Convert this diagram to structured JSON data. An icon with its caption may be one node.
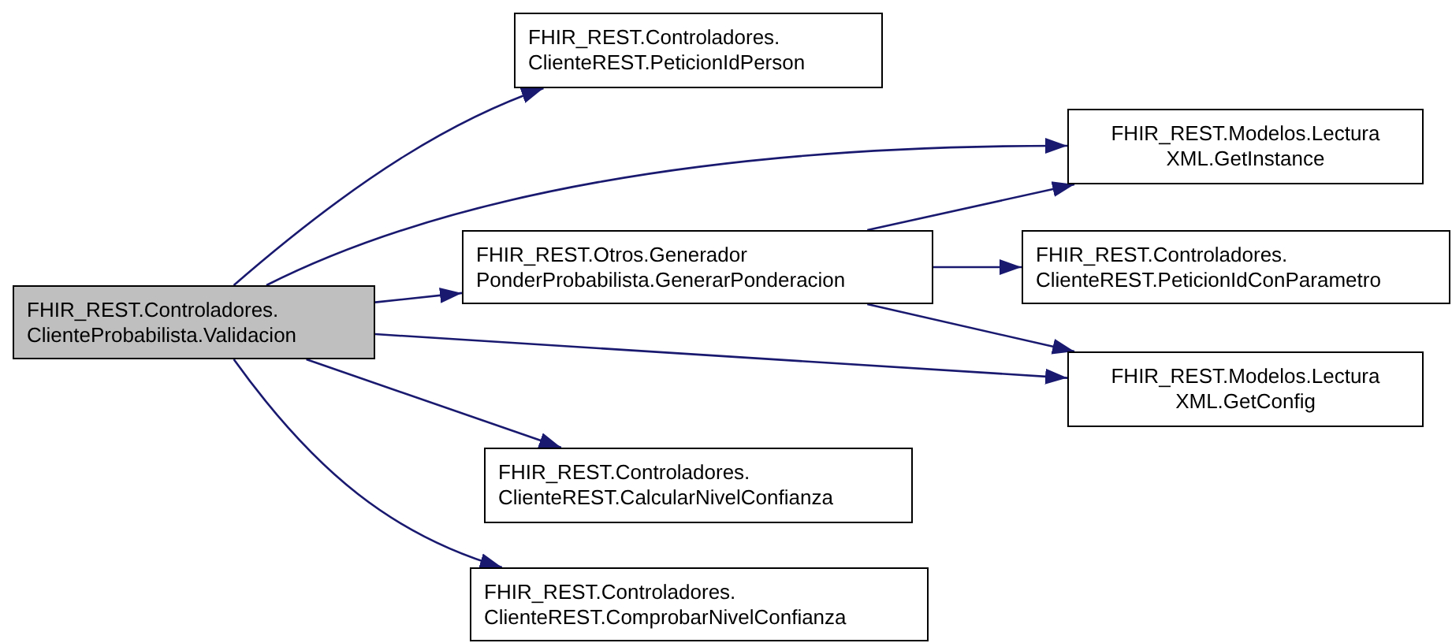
{
  "diagram": {
    "nodes": [
      {
        "text": [
          "FHIR_REST.Controladores. ClienteProbabilista.Validacion"
        ]
      },
      {
        "text": [
          "FHIR_REST.Controladores. ClienteREST.PeticionIdPerson"
        ]
      },
      {
        "text": [
          "FHIR_REST.Modelos.Lectura XML.GetInstance"
        ]
      },
      {
        "text": [
          "FHIR_REST.Otros.Generador PonderProbabilista.GenerarPonderacion"
        ]
      },
      {
        "text": [
          "FHIR_REST.Controladores. ClienteREST.PeticionIdConParametro"
        ]
      },
      {
        "text": [
          "FHIR_REST.Modelos.Lectura XML.GetConfig"
        ]
      },
      {
        "text": [
          "FHIR_REST.Controladores. ClienteREST.CalcularNivelConfianza"
        ]
      },
      {
        "text": [
          "FHIR_REST.Controladores. ClienteREST.ComprobarNivelConfianza"
        ]
      }
    ],
    "edges": [
      {
        "from": 0,
        "to": 1,
        "arrow": "to"
      },
      {
        "from": 0,
        "to": 2,
        "arrow": "to"
      },
      {
        "from": 0,
        "to": 3,
        "arrow": "to"
      },
      {
        "from": 0,
        "to": 5,
        "arrow": "to"
      },
      {
        "from": 0,
        "to": 6,
        "arrow": "to"
      },
      {
        "from": 0,
        "to": 7,
        "arrow": "to"
      },
      {
        "from": 3,
        "to": 2,
        "arrow": "to"
      },
      {
        "from": 3,
        "to": 4,
        "arrow": "to"
      },
      {
        "from": 3,
        "to": 5,
        "arrow": "to"
      }
    ]
  }
}
